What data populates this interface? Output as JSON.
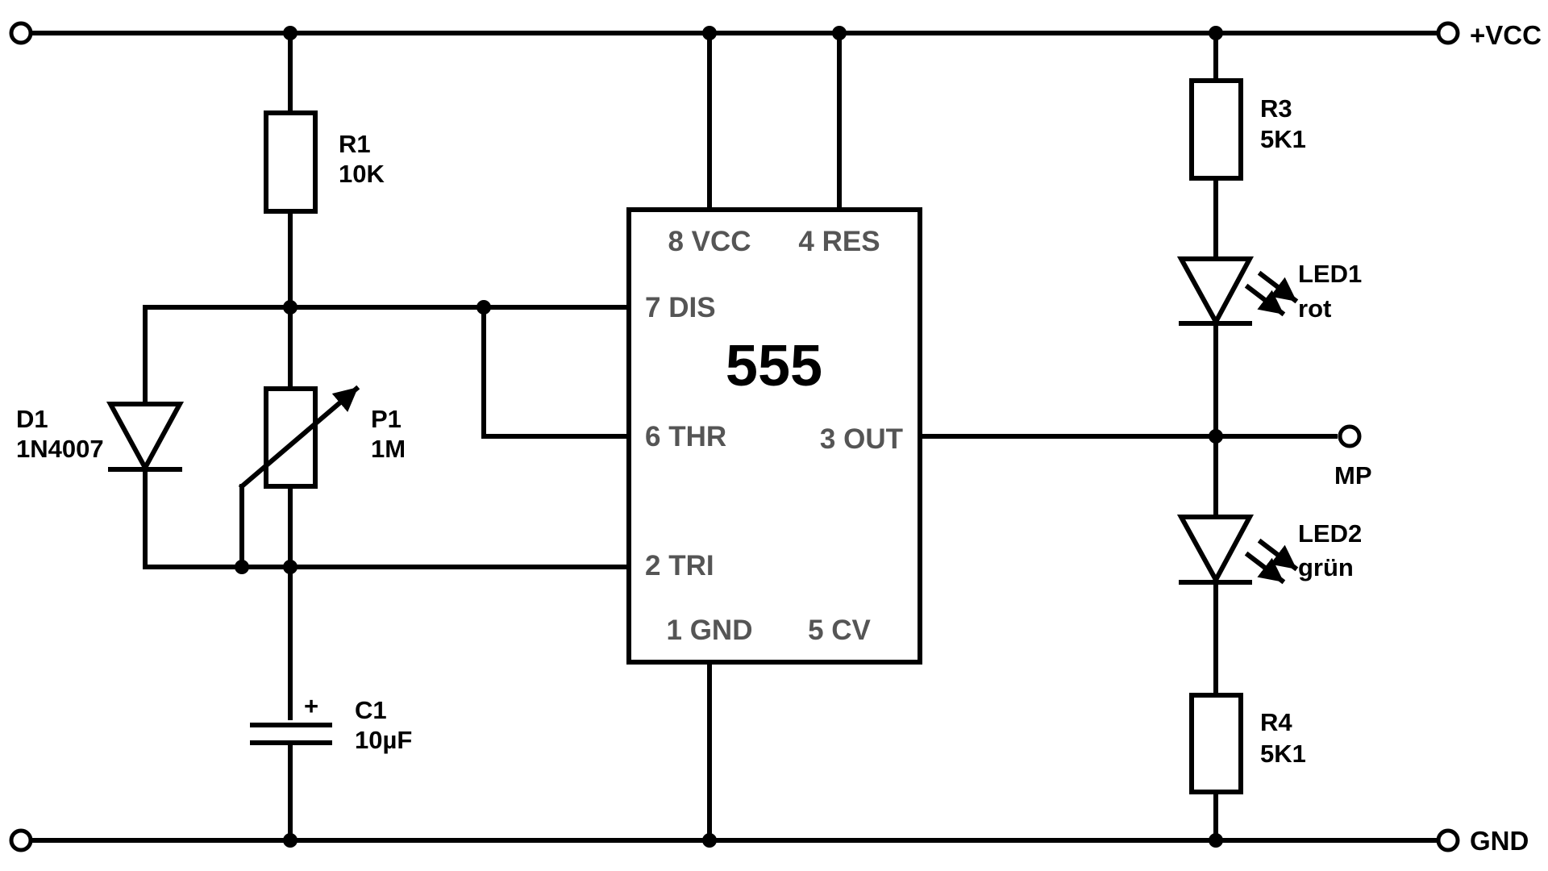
{
  "rails": {
    "vcc": "+VCC",
    "gnd": "GND"
  },
  "ic": {
    "name": "555",
    "pins": {
      "vcc": "8 VCC",
      "res": "4 RES",
      "dis": "7 DIS",
      "thr": "6 THR",
      "out": "3 OUT",
      "tri": "2 TRI",
      "gnd": "1 GND",
      "cv": "5 CV"
    }
  },
  "components": {
    "r1": {
      "ref": "R1",
      "value": "10K"
    },
    "d1": {
      "ref": "D1",
      "value": "1N4007"
    },
    "p1": {
      "ref": "P1",
      "value": "1M"
    },
    "c1": {
      "ref": "C1",
      "value": "10µF",
      "polarity": "+"
    },
    "r3": {
      "ref": "R3",
      "value": "5K1"
    },
    "led1": {
      "ref": "LED1",
      "value": "rot"
    },
    "mp": {
      "label": "MP"
    },
    "led2": {
      "ref": "LED2",
      "value": "grün"
    },
    "r4": {
      "ref": "R4",
      "value": "5K1"
    }
  }
}
